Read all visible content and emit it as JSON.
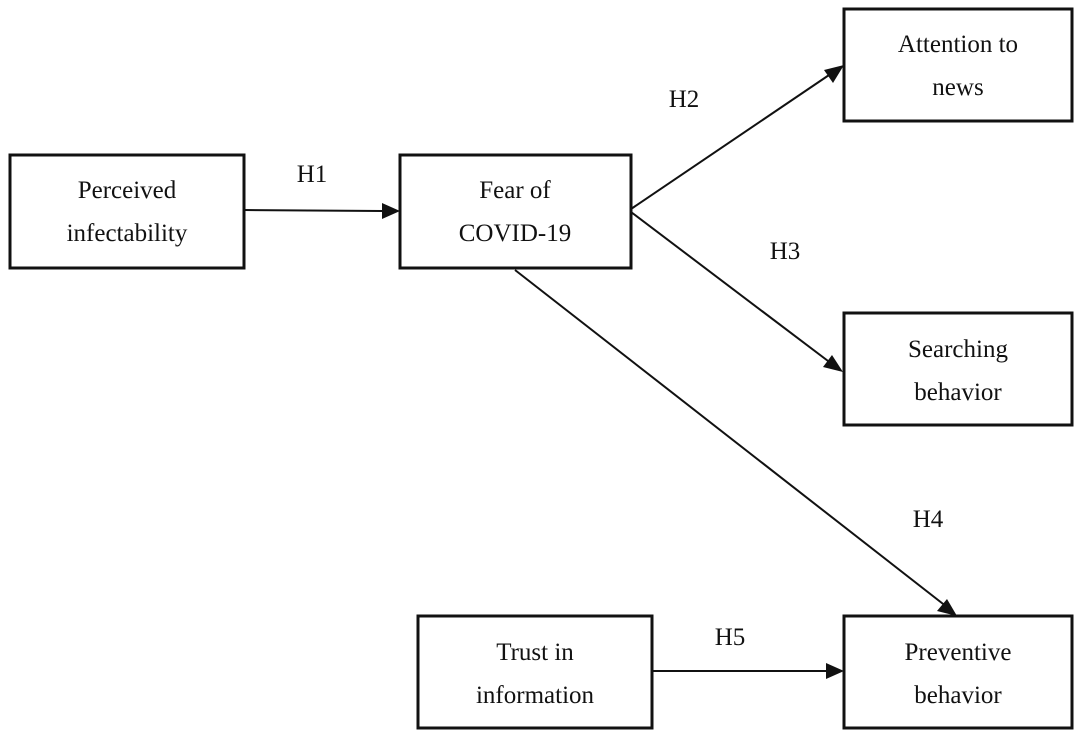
{
  "nodes": [
    {
      "id": "perceived",
      "lines": [
        "Perceived",
        "infectability"
      ]
    },
    {
      "id": "fear",
      "lines": [
        "Fear of",
        "COVID-19"
      ]
    },
    {
      "id": "attention",
      "lines": [
        "Attention to",
        "news"
      ]
    },
    {
      "id": "searching",
      "lines": [
        "Searching",
        "behavior"
      ]
    },
    {
      "id": "trust",
      "lines": [
        "Trust in",
        "information"
      ]
    },
    {
      "id": "preventive",
      "lines": [
        "Preventive",
        "behavior"
      ]
    }
  ],
  "edges": [
    {
      "from": "perceived",
      "to": "fear",
      "label": "H1"
    },
    {
      "from": "fear",
      "to": "attention",
      "label": "H2"
    },
    {
      "from": "fear",
      "to": "searching",
      "label": "H3"
    },
    {
      "from": "fear",
      "to": "preventive",
      "label": "H4"
    },
    {
      "from": "trust",
      "to": "preventive",
      "label": "H5"
    }
  ]
}
